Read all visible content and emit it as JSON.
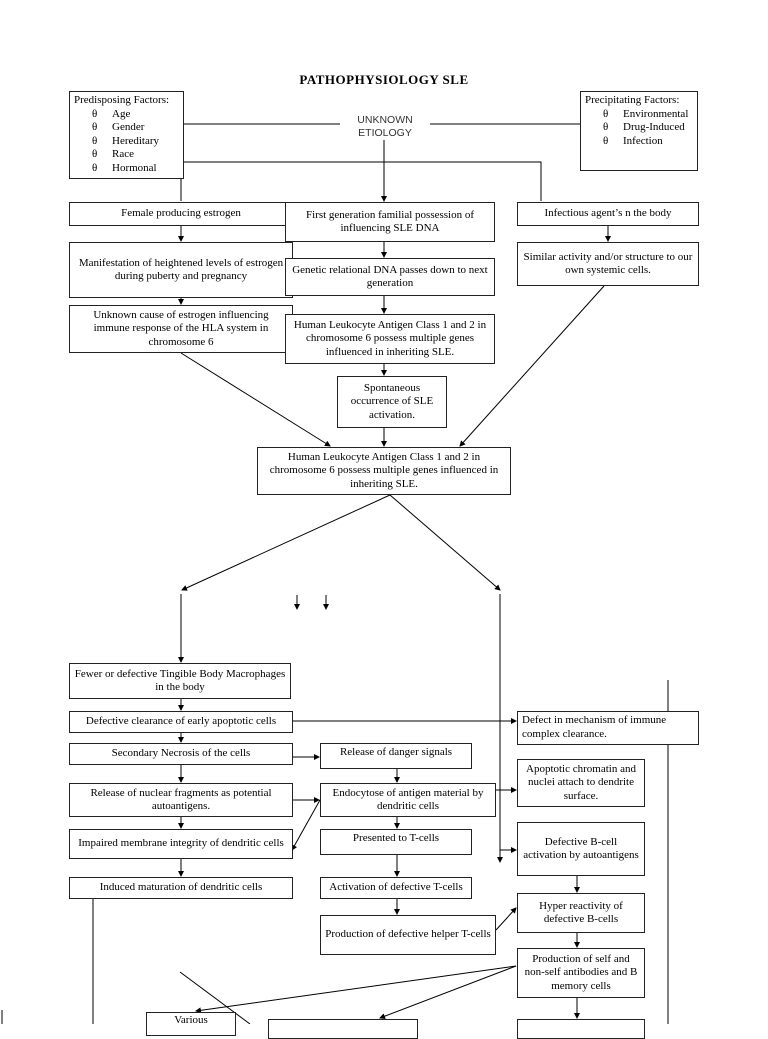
{
  "title": "PATHOPHYSIOLOGY SLE",
  "center_label": {
    "line1": "UNKNOWN",
    "line2": "ETIOLOGY"
  },
  "predisposing": {
    "heading": "Predisposing Factors:",
    "bullet": "θ",
    "items": [
      "Age",
      "Gender",
      "Hereditary",
      "Race",
      "Hormonal"
    ]
  },
  "precipitating": {
    "heading": "Precipitating Factors:",
    "bullet": "θ",
    "items": [
      "Environmental",
      "Drug-Induced",
      "Infection"
    ]
  },
  "boxes": {
    "female": "Female producing estrogen",
    "first_gen": "First generation familial possession of influencing SLE DNA",
    "infectious": "Infectious agent’s n the body",
    "manifestation": "Manifestation of heightened levels of estrogen during puberty and pregnancy",
    "similar": "Similar activity and/or structure to our own systemic cells.",
    "genetic": "Genetic relational DNA passes down to next generation",
    "unknown_cause": "Unknown cause of estrogen influencing immune response of the HLA system in chromosome 6",
    "hla1": "Human Leukocyte Antigen Class 1 and 2 in chromosome 6 possess multiple genes influenced in inheriting SLE.",
    "spontaneous": "Spontaneous occurrence of SLE activation.",
    "hla_main": "Human Leukocyte Antigen Class 1 and 2 in chromosome 6 possess multiple genes influenced in inheriting SLE.",
    "fewer": "Fewer or defective Tingible Body Macrophages in the body",
    "clearance": "Defective clearance of early apoptotic cells",
    "defect_mech": "Defect in mechanism of immune complex clearance.",
    "necrosis": "Secondary Necrosis of the cells",
    "danger": "Release of danger signals",
    "apoptotic": "Apoptotic chromatin and nuclei attach to dendrite surface.",
    "nuclear": "Release of nuclear fragments as potential autoantigens.",
    "endocytose": "Endocytose of antigen material by dendritic cells",
    "impaired": "Impaired membrane integrity of dendritic cells",
    "presented": "Presented to T-cells",
    "bcell": "Defective B-cell activation by autoantigens",
    "induced": "Induced maturation of dendritic cells",
    "activation": "Activation of defective T-cells",
    "hyper": "Hyper reactivity of defective B-cells",
    "helper": "Production of defective helper T-cells",
    "self": "Production of self and non-self antibodies and B memory cells",
    "various": "Various"
  }
}
